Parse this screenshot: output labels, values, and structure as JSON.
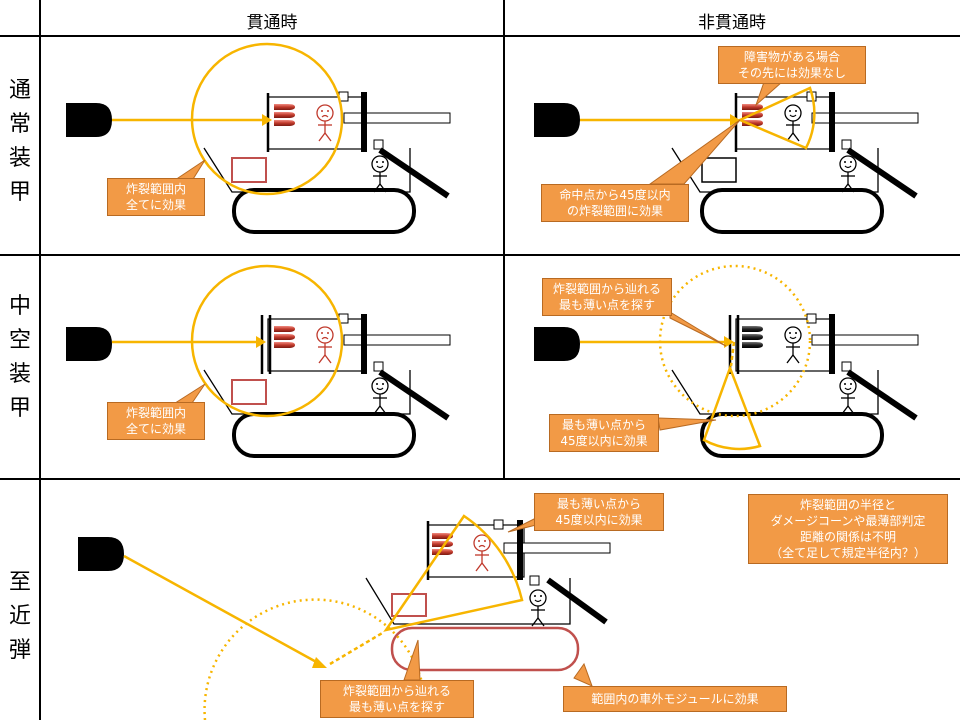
{
  "headers": {
    "penetrating": "貫通時",
    "non_penetrating": "非貫通時"
  },
  "rows": {
    "normal_armor": [
      "通",
      "常",
      "装",
      "甲"
    ],
    "spaced_armor": [
      "中",
      "空",
      "装",
      "甲"
    ],
    "near_miss": [
      "至",
      "近",
      "弾"
    ]
  },
  "notes": {
    "normal_pen": [
      "炸裂範囲内",
      "全てに効果"
    ],
    "normal_obstacle": [
      "障害物がある場合",
      "その先には効果なし"
    ],
    "normal_cone": [
      "命中点から45度以内",
      "の炸裂範囲に効果"
    ],
    "spaced_pen": [
      "炸裂範囲内",
      "全てに効果"
    ],
    "spaced_search": [
      "炸裂範囲から辿れる",
      "最も薄い点を探す"
    ],
    "spaced_cone": [
      "最も薄い点から",
      "45度以内に効果"
    ],
    "near_cone": [
      "最も薄い点から",
      "45度以内に効果"
    ],
    "near_search": [
      "炸裂範囲から辿れる",
      "最も薄い点を探す"
    ],
    "near_module": [
      "範囲内の車外モジュールに効果"
    ],
    "near_unknown": [
      "炸裂範囲の半径と",
      "ダメージコーンや最薄部判定",
      "距離の関係は不明",
      "（全て足して規定半径内？）"
    ]
  },
  "colors": {
    "note_fill": "#f29a46",
    "arrow": "#f7b500",
    "module_red": "#c0504d",
    "shell": "#000000"
  }
}
